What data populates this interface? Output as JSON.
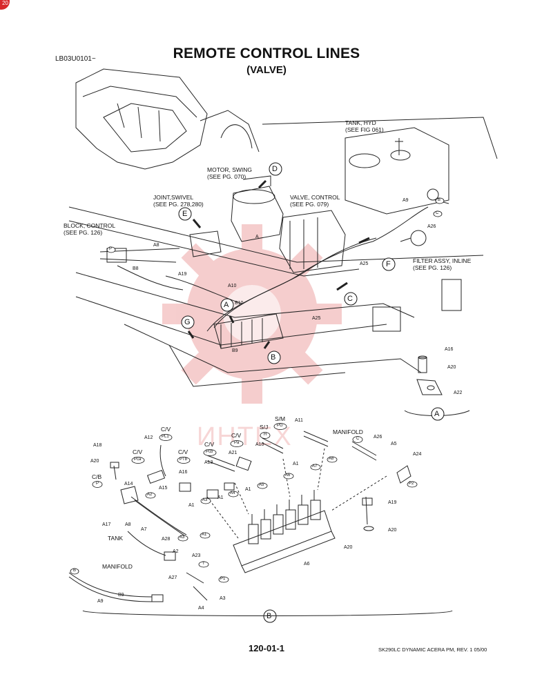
{
  "page": {
    "doc_id": "LB03U0101~",
    "title": "REMOTE CONTROL LINES",
    "subtitle": "(VALVE)",
    "page_number": "120-01-1",
    "footer": "SK290LC DYNAMIC ACERA PM, REV. 1  05/00",
    "corner_badge": "20"
  },
  "watermark": {
    "text": "ИНТЕХ",
    "color": "#e06060"
  },
  "callouts": [
    {
      "id": "tank",
      "text": "TANK, HYD\n(SEE FIG 061)"
    },
    {
      "id": "motor",
      "text": "MOTOR, SWING\n(SEE PG. 070)"
    },
    {
      "id": "swivel",
      "text": "JOINT,SWIVEL\n(SEE PG. 278,280)"
    },
    {
      "id": "valve",
      "text": "VALVE, CONTROL\n(SEE PG. 079)"
    },
    {
      "id": "block",
      "text": "BLOCK, CONTROL\n(SEE PG. 126)"
    },
    {
      "id": "filter",
      "text": "FILTER ASSY, INLINE\n(SEE PG. 126)"
    }
  ],
  "detail_letters": [
    "A",
    "B",
    "C",
    "D",
    "E",
    "F",
    "G"
  ],
  "port_labels": [
    {
      "id": "cv_pl1",
      "word": "C/V",
      "ring": "PL1"
    },
    {
      "id": "cv_pca",
      "word": "C/V",
      "ring": "Pca"
    },
    {
      "id": "cv_ptb",
      "word": "C/V",
      "ring": "PTb"
    },
    {
      "id": "cv_pcb",
      "word": "C/V",
      "ring": "Pcb"
    },
    {
      "id": "cv_pa",
      "word": "C/V",
      "ring": "Pa"
    },
    {
      "id": "sj_h",
      "word": "S/J",
      "ring": "H"
    },
    {
      "id": "sm_pg",
      "word": "S/M",
      "ring": "PG"
    },
    {
      "id": "manifold_c",
      "word": "MANIFOLD",
      "ring": "C"
    },
    {
      "id": "cb_p",
      "word": "C/B",
      "ring": "P"
    }
  ],
  "text_labels": {
    "tank": "TANK",
    "manifold": "MANIFOLD"
  },
  "part_labels": {
    "upper": [
      "A8",
      "B8",
      "A19",
      "A10",
      "B10",
      "B9",
      "A",
      "A25",
      "A25",
      "A9",
      "A26",
      "A16",
      "A20",
      "A22"
    ],
    "lower": [
      "A11",
      "A12",
      "A10",
      "A21",
      "A1",
      "A13",
      "A16",
      "A1",
      "A14",
      "A15",
      "A1",
      "A1",
      "A18",
      "A20",
      "A17",
      "A8",
      "A7",
      "A28",
      "A2",
      "A23",
      "A27",
      "A6",
      "A3",
      "A4",
      "A9",
      "B9",
      "A26",
      "A5",
      "A24",
      "A19",
      "A20",
      "A20"
    ]
  },
  "ring_labels": {
    "upper": [
      "P",
      "B",
      "C"
    ],
    "lower": [
      "A8",
      "A7",
      "A6",
      "A5",
      "A4",
      "A3",
      "A2",
      "A1",
      "A3",
      "T",
      "P1",
      "B",
      "P2"
    ]
  }
}
